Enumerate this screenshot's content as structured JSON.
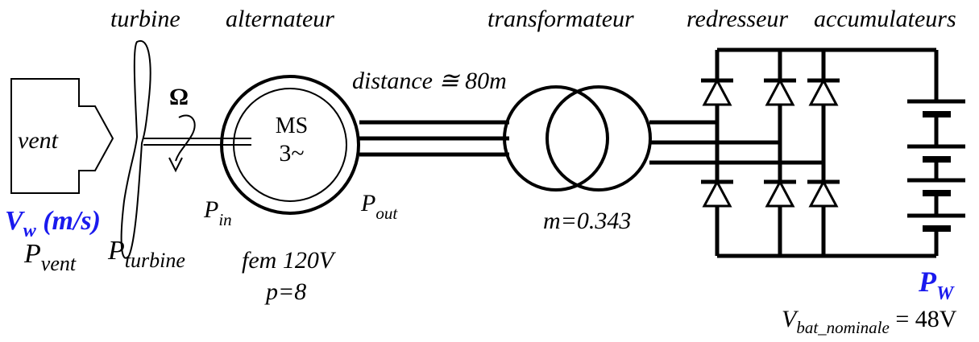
{
  "labels": {
    "turbine": "turbine",
    "alternateur": "alternateur",
    "transformateur": "transformateur",
    "redresseur": "redresseur",
    "accumulateurs": "accumulateurs",
    "vent": "vent",
    "omega": "Ω",
    "distance": "distance ≅ 80m",
    "ms": "MS",
    "three_phase": "3~",
    "m_ratio": "m=0.343",
    "fem": "fem 120V",
    "poles": "p=8"
  },
  "powers": {
    "vw": "V",
    "vw_sub": "w",
    "vw_unit": " (m/s)",
    "p": "P",
    "vent_sub": "vent",
    "turbine_sub": "turbine",
    "in_sub": "in",
    "out_sub": "out",
    "pw_sub": "W"
  },
  "battery": {
    "v": "V",
    "sub": "bat_nominale",
    "value": " = 48V"
  },
  "colors": {
    "accent_blue": "#1a1aee",
    "line": "#000000"
  }
}
